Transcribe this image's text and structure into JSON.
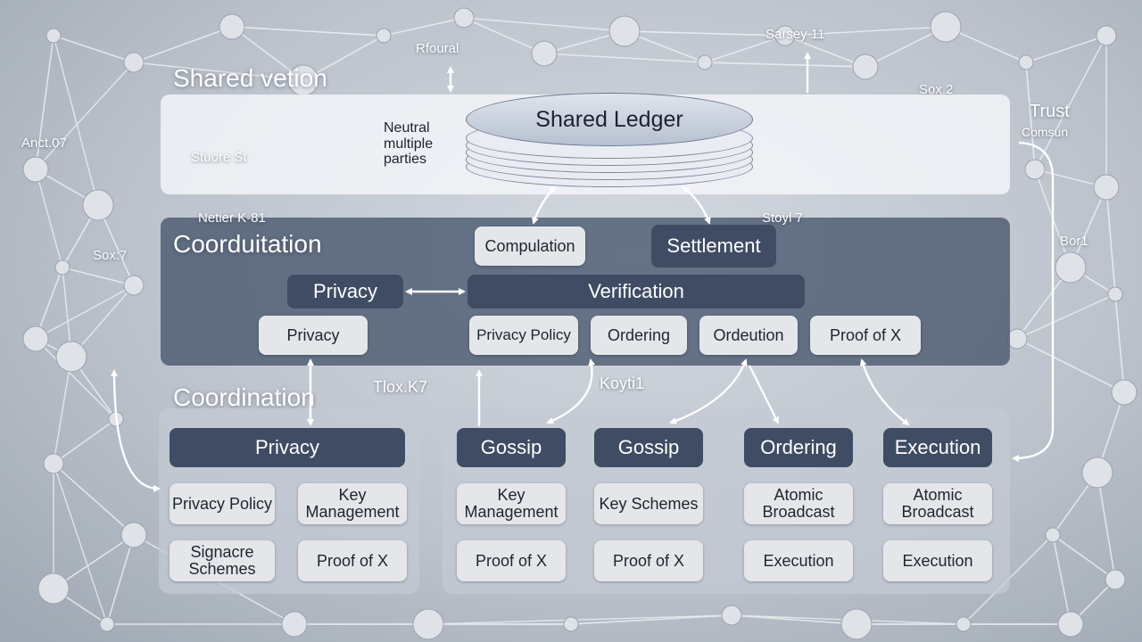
{
  "labels": {
    "rfoural": "Rfoural",
    "sarsey": "Sarsey 11",
    "sox2": "Sox.2",
    "trust": "Trust",
    "comsun": "Comsun",
    "anct": "Anct.07",
    "sox7": "Sox:7",
    "bor": "Bor1",
    "netier": "Netier K-81",
    "stoyl": "Stoyl 7",
    "tlox": "Tlox.K7",
    "koyti": "Koyti1",
    "shared_vetion": "Shared vetion",
    "stuore": "Stuore St"
  },
  "top": {
    "neutral": "Neutral multiple parties",
    "ledger": "Shared Ledger"
  },
  "middle": {
    "title": "Coorduitation",
    "compulation": "Compulation",
    "settlement": "Settlement",
    "privacy_header": "Privacy",
    "verification": "Verification",
    "privacy": "Privacy",
    "privacy_policy": "Privacy Policy",
    "ordering": "Ordering",
    "ordeution": "Ordeution",
    "proof_of_x": "Proof of X"
  },
  "bottom": {
    "title": "Coordination",
    "left": {
      "header": "Privacy",
      "cells": [
        "Privacy Policy",
        "Key Management",
        "Signacre Schemes",
        "Proof of X"
      ]
    },
    "columns": [
      {
        "header": "Gossip",
        "cells": [
          "Key Management",
          "Proof of X"
        ]
      },
      {
        "header": "Gossip",
        "cells": [
          "Key Schemes",
          "Proof of X"
        ]
      },
      {
        "header": "Ordering",
        "cells": [
          "Atomic Broadcast",
          "Execution"
        ]
      },
      {
        "header": "Execution",
        "cells": [
          "Atomic Broadcast",
          "Execution"
        ]
      }
    ]
  },
  "colors": {
    "dark_box": "#3f4c64",
    "light_box": "#e4e6ea",
    "mid_panel": "#46546c",
    "node": "#dfe3e8"
  }
}
